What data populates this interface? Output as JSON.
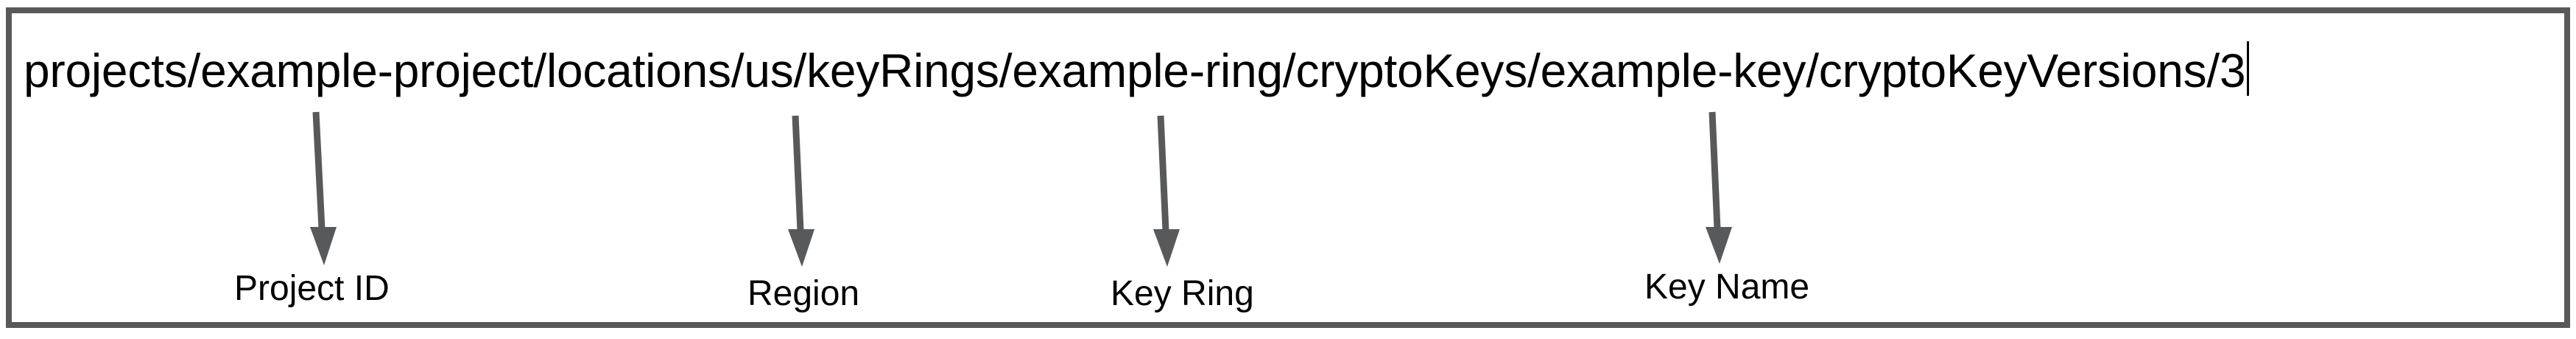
{
  "resource_path": {
    "value": "projects/example-project/locations/us/keyRings/example-ring/cryptoKeys/example-key/cryptoKeyVersions/3",
    "cursor_visible": true
  },
  "annotations": [
    {
      "id": "project-id",
      "label": "Project ID",
      "points_to_segment": "example-project"
    },
    {
      "id": "region",
      "label": "Region",
      "points_to_segment": "us"
    },
    {
      "id": "key-ring",
      "label": "Key Ring",
      "points_to_segment": "example-ring"
    },
    {
      "id": "key-name",
      "label": "Key Name",
      "points_to_segment": "example-key"
    }
  ],
  "colors": {
    "border": "#58595b",
    "arrow": "#58595b",
    "text": "#000000",
    "background": "#ffffff"
  }
}
